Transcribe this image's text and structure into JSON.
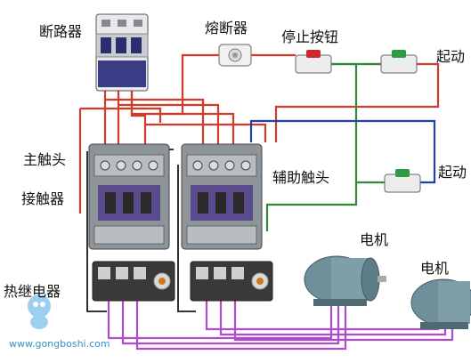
{
  "labels": {
    "breaker": "断路器",
    "fuse": "熔断器",
    "stop_button": "停止按钮",
    "start_top": "起动",
    "start_mid": "起动",
    "main_contact": "主触头",
    "contactor": "接触器",
    "aux_contact": "辅助触头",
    "motor_1": "电机",
    "motor_2": "电机",
    "thermal_relay": "热继电器"
  },
  "watermark": {
    "text": "www.gongboshi.com"
  },
  "colors": {
    "wire_red": "#d23a2a",
    "wire_green": "#2f8a3a",
    "wire_blue": "#1f3fb0",
    "wire_purple": "#b04ad0",
    "wire_black": "#1a1a1a",
    "contactor_body": "#8e959a",
    "motor_body": "#6f8f9a"
  }
}
